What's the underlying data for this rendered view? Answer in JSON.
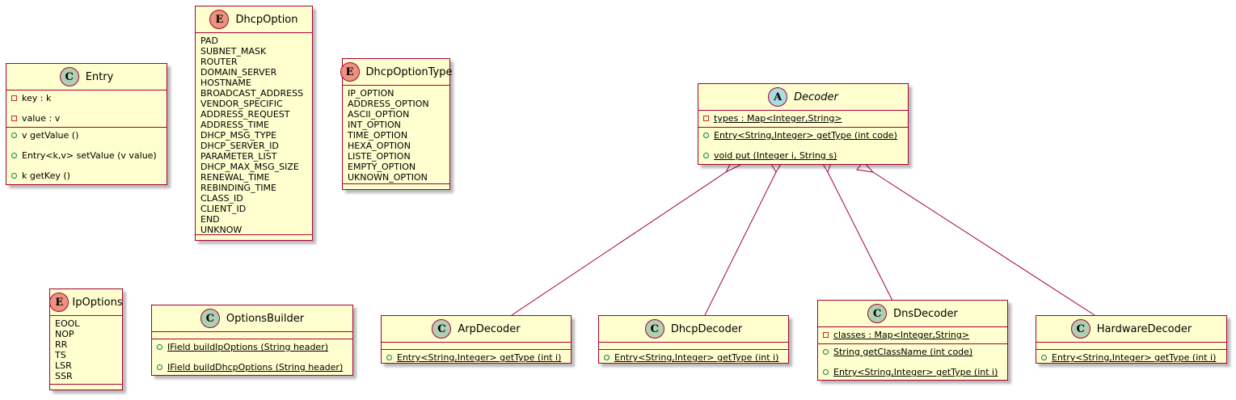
{
  "classes": {
    "entry": {
      "badge": "C",
      "name": "Entry",
      "fields": [
        "key : k",
        "value : v"
      ],
      "methods": [
        "v getValue ()",
        "Entry<k,v> setValue (v value)",
        "k getKey ()"
      ]
    },
    "dhcp_option": {
      "badge": "E",
      "name": "DhcpOption",
      "values": [
        "PAD",
        "SUBNET_MASK",
        "ROUTER",
        "DOMAIN_SERVER",
        "HOSTNAME",
        "BROADCAST_ADDRESS",
        "VENDOR_SPECIFIC",
        "ADDRESS_REQUEST",
        "ADDRESS_TIME",
        "DHCP_MSG_TYPE",
        "DHCP_SERVER_ID",
        "PARAMETER_LIST",
        "DHCP_MAX_MSG_SIZE",
        "RENEWAL_TIME",
        "REBINDING_TIME",
        "CLASS_ID",
        "CLIENT_ID",
        "END",
        "UNKNOW"
      ]
    },
    "dhcp_option_type": {
      "badge": "E",
      "name": "DhcpOptionType",
      "values": [
        "IP_OPTION",
        "ADDRESS_OPTION",
        "ASCII_OPTION",
        "INT_OPTION",
        "TIME_OPTION",
        "HEXA_OPTION",
        "LISTE_OPTION",
        "EMPTY_OPTION",
        "UKNOWN_OPTION"
      ]
    },
    "decoder": {
      "badge": "A",
      "name": "Decoder",
      "fields": [
        "types : Map<Integer,String>"
      ],
      "methods": [
        "Entry<String,Integer> getType (int code)",
        "void put (Integer i, String s)"
      ]
    },
    "ip_options": {
      "badge": "E",
      "name": "IpOptions",
      "values": [
        "EOOL",
        "NOP",
        "RR",
        "TS",
        "LSR",
        "SSR"
      ]
    },
    "options_builder": {
      "badge": "C",
      "name": "OptionsBuilder",
      "methods": [
        "IField buildIpOptions (String header)",
        "IField buildDhcpOptions (String header)"
      ]
    },
    "arp_decoder": {
      "badge": "C",
      "name": "ArpDecoder",
      "methods": [
        "Entry<String,Integer> getType (int i)"
      ]
    },
    "dhcp_decoder": {
      "badge": "C",
      "name": "DhcpDecoder",
      "methods": [
        "Entry<String,Integer> getType (int i)"
      ]
    },
    "dns_decoder": {
      "badge": "C",
      "name": "DnsDecoder",
      "fields": [
        "classes : Map<Integer,String>"
      ],
      "methods": [
        "String getClassName (int code)",
        "Entry<String,Integer> getType (int i)"
      ]
    },
    "hardware_decoder": {
      "badge": "C",
      "name": "HardwareDecoder",
      "methods": [
        "Entry<String,Integer> getType (int i)"
      ]
    }
  },
  "colors": {
    "class_fill": "#FEFECE",
    "border": "#A80036",
    "badge_class": "#ADD1B2",
    "badge_enum": "#EB937F",
    "badge_abstract": "#A9DCDF"
  }
}
